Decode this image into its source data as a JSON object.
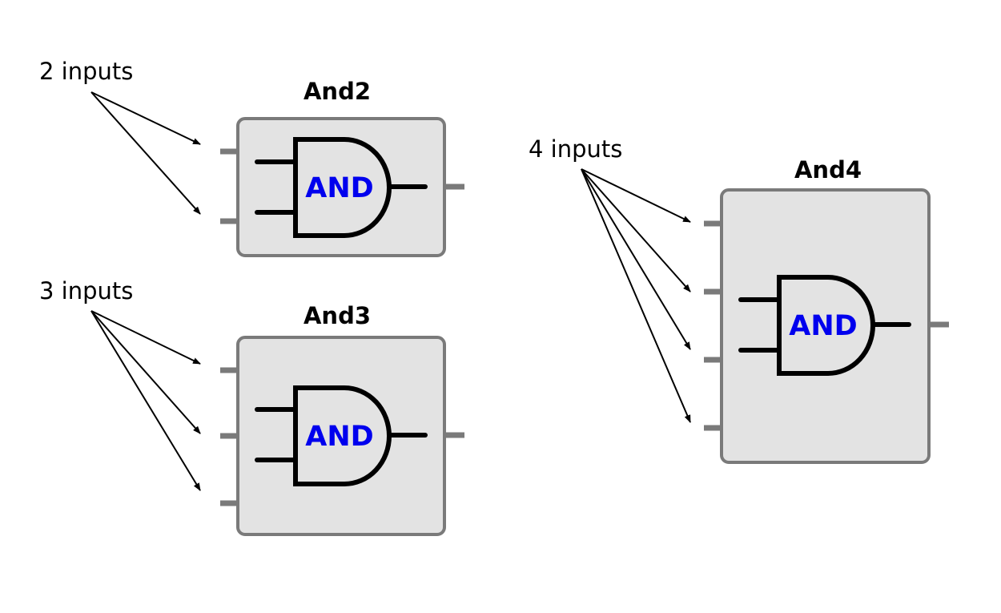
{
  "colors": {
    "box_fill": "#e3e3e3",
    "box_stroke": "#7a7a7a",
    "gate_label": "#0000ee",
    "text": "#000000"
  },
  "blocks": [
    {
      "title": "And2",
      "gate_label": "AND",
      "annotation": "2 inputs",
      "input_count": 2,
      "output_count": 1
    },
    {
      "title": "And3",
      "gate_label": "AND",
      "annotation": "3 inputs",
      "input_count": 3,
      "output_count": 1
    },
    {
      "title": "And4",
      "gate_label": "AND",
      "annotation": "4 inputs",
      "input_count": 4,
      "output_count": 1
    }
  ]
}
